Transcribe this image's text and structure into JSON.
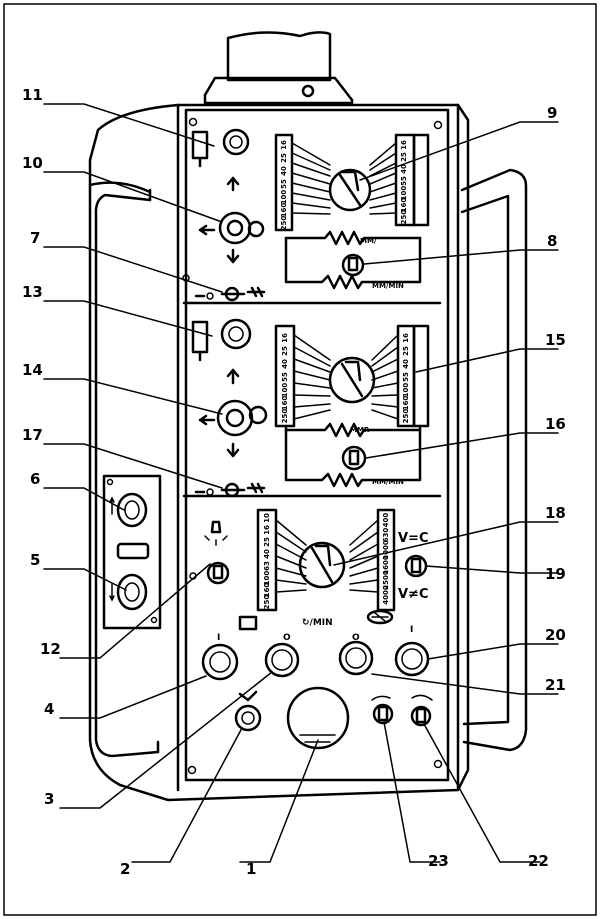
{
  "callouts": {
    "c1": "1",
    "c2": "2",
    "c3": "3",
    "c4": "4",
    "c5": "5",
    "c6": "6",
    "c7": "7",
    "c8": "8",
    "c9": "9",
    "c10": "10",
    "c11": "11",
    "c12": "12",
    "c13": "13",
    "c14": "14",
    "c15": "15",
    "c16": "16",
    "c17": "17",
    "c18": "18",
    "c19": "19",
    "c20": "20",
    "c21": "21",
    "c22": "22",
    "c23": "23"
  },
  "panel_labels": {
    "feed_unit_top": "MM/MIN",
    "feed_unit_top_small": "MM/",
    "feed_unit_mid": "MM/MIN",
    "feed_unit_mid_small": "MMR",
    "speed_unit": "↻/MIN",
    "v_equal": "V=C",
    "v_not_equal": "V≠C",
    "marker_a": "I",
    "marker_b": "O",
    "marker_c": "O",
    "marker_d": "I"
  },
  "scale_values": {
    "top_left": [
      "16",
      "25",
      "40",
      "55",
      "100",
      "160",
      "250"
    ],
    "top_right": [
      "16",
      "25",
      "40",
      "55",
      "100",
      "160",
      "250"
    ],
    "mid_left": [
      "16",
      "25",
      "40",
      "55",
      "100",
      "160",
      "250"
    ],
    "mid_right": [
      "16",
      "25",
      "40",
      "55",
      "100",
      "160",
      "250"
    ],
    "speed_left": [
      "10",
      "16",
      "25",
      "40",
      "63",
      "100",
      "160",
      "250"
    ],
    "speed_right": [
      "400",
      "630",
      "1000",
      "1600",
      "2500",
      "4000"
    ]
  },
  "colors": {
    "ink": "#000000",
    "paper": "#ffffff"
  }
}
